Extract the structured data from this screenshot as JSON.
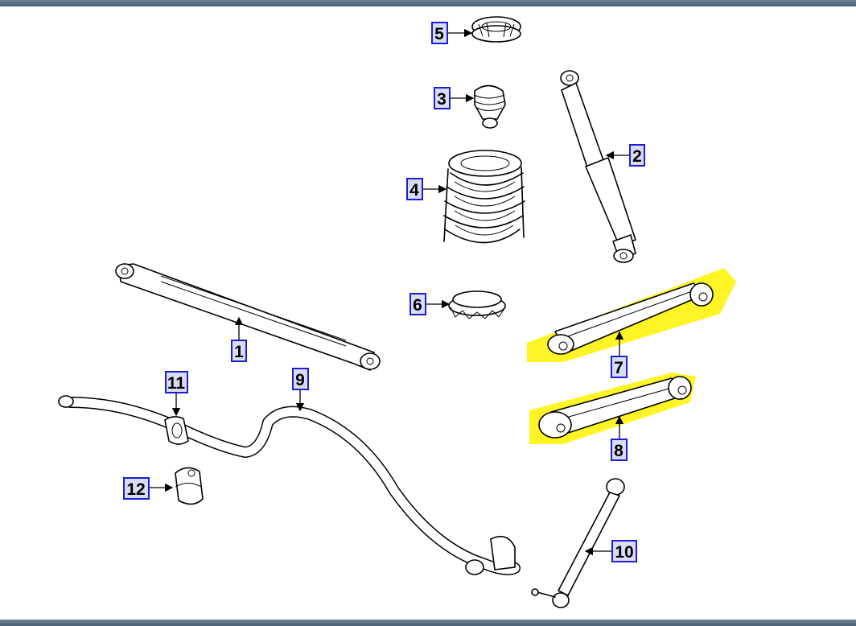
{
  "highlight_color": "#fff200",
  "callout_border_color": "#1d1dd6",
  "callouts": [
    {
      "label": "1"
    },
    {
      "label": "2"
    },
    {
      "label": "3"
    },
    {
      "label": "4"
    },
    {
      "label": "5"
    },
    {
      "label": "6"
    },
    {
      "label": "7"
    },
    {
      "label": "8"
    },
    {
      "label": "9"
    },
    {
      "label": "10"
    },
    {
      "label": "11"
    },
    {
      "label": "12"
    }
  ],
  "highlighted_parts": [
    "7",
    "8"
  ]
}
